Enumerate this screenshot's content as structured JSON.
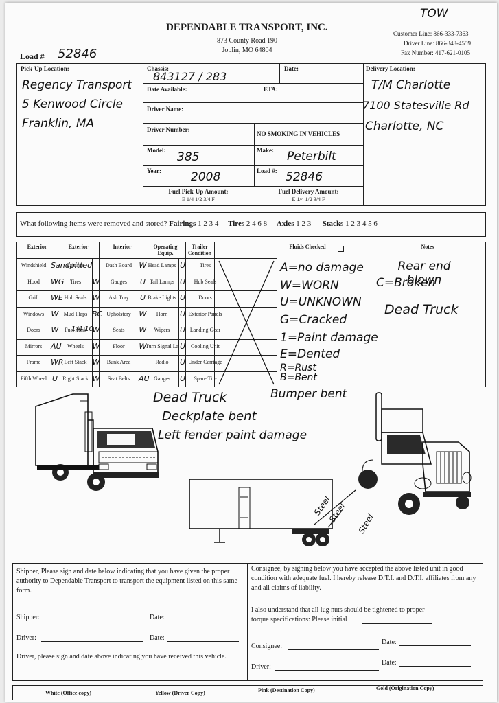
{
  "header": {
    "company": "DEPENDABLE TRANSPORT, INC.",
    "address1": "873 County Road 190",
    "address2": "Joplin, MO 64804",
    "customer_line": "Customer Line: 866-333-7363",
    "driver_line": "Driver Line: 866-348-4559",
    "fax": "Fax Number: 417-621-0105",
    "tow_mark": "TOW",
    "load_label": "Load #",
    "load_value": "52846"
  },
  "pickup": {
    "label": "Pick-Up Location:",
    "lines": [
      "Regency Transport",
      "5 Kenwood Circle",
      "Franklin, MA"
    ]
  },
  "center": {
    "chassis_label": "Chassis:",
    "chassis_value": "843127 / 283",
    "date_label": "Date:",
    "date_available_label": "Date Available:",
    "eta_label": "ETA:",
    "driver_name_label": "Driver Name:",
    "driver_number_label": "Driver Number:",
    "no_smoking": "NO SMOKING IN VEHICLES",
    "model_label": "Model:",
    "model_value": "385",
    "make_label": "Make:",
    "make_value": "Peterbilt",
    "year_label": "Year:",
    "year_value": "2008",
    "load2_label": "Load #:",
    "load2_value": "52846",
    "fuel_pickup_label": "Fuel Pick-Up Amount:",
    "fuel_delivery_label": "Fuel Delivery Amount:",
    "fuel_scale": "E   1/4   1/2   3/4   F"
  },
  "delivery": {
    "label": "Delivery Location:",
    "lines": [
      "T/M Charlotte",
      "7100 Statesville Rd",
      "Charlotte, NC"
    ]
  },
  "removed": {
    "question": "What following items were removed and stored?",
    "fairings_label": "Fairings",
    "fairings_opts": "1 2 3 4",
    "tires_label": "Tires",
    "tires_opts": "2 4 6 8",
    "axles_label": "Axles",
    "axles_opts": "1 2 3",
    "stacks_label": "Stacks",
    "stacks_opts": "1 2 3 4 5 6"
  },
  "inspection": {
    "headers": [
      "Exterior",
      "Exterior",
      "Interior",
      "Operating Equip.",
      "Trailer Condition",
      "Fluids Checked",
      "Notes"
    ],
    "rows": [
      {
        "c1": "Windshield",
        "m1": "Sandpitted",
        "c2": "Fairings",
        "m2": "",
        "c3": "Dash Board",
        "m3": "W",
        "c4": "Head Lamps",
        "m4": "U",
        "c5": "Tires"
      },
      {
        "c1": "Hood",
        "m1": "WG",
        "c2": "Tires",
        "m2": "W",
        "c3": "Gauges",
        "m3": "U",
        "c4": "Tail Lamps",
        "m4": "U",
        "c5": "Hub Seals"
      },
      {
        "c1": "Grill",
        "m1": "WE",
        "c2": "Hub Seals",
        "m2": "W",
        "c3": "Ash Tray",
        "m3": "U",
        "c4": "Brake Lights",
        "m4": "U",
        "c5": "Doors"
      },
      {
        "c1": "Windows",
        "m1": "W",
        "c2": "Mud Flaps",
        "m2": "BC",
        "c3": "Upholstery",
        "m3": "W",
        "c4": "Horn",
        "m4": "U",
        "c5": "Exterior Panels"
      },
      {
        "c1": "Doors",
        "m1": "W",
        "c2": "Fuel Tank",
        "m2": "W",
        "c3": "Seats",
        "m3": "W",
        "c4": "Wipers",
        "m4": "U",
        "c5": "Landing Gear"
      },
      {
        "c1": "Mirrors",
        "m1": "AU",
        "c2": "Wheels",
        "m2": "W",
        "c3": "Floor",
        "m3": "W",
        "c4": "Turn Signal Lamps",
        "m4": "U",
        "c5": "Cooling Unit"
      },
      {
        "c1": "Frame",
        "m1": "WR",
        "c2": "Left Stack",
        "m2": "W",
        "c3": "Bunk Area",
        "m3": "",
        "c4": "Radio",
        "m4": "U",
        "c5": "Under Carriage"
      },
      {
        "c1": "Fifth Wheel",
        "m1": "U",
        "c2": "Right Stack",
        "m2": "W",
        "c3": "Seat Belts",
        "m3": "AU",
        "c4": "Gauges",
        "m4": "U",
        "c5": "Spare Tire"
      }
    ],
    "fuel_note": "1/4  10",
    "legend": [
      "A=no damage",
      "W=WORN",
      "U=UNKNOWN",
      "G=Cracked",
      "1=Paint damage",
      "E=Dented",
      "R=Rust",
      "B=Bent"
    ],
    "legend_extra": "C=Broken",
    "notes": [
      "Rear end blown",
      "Dead Truck"
    ]
  },
  "diagram": {
    "notes": [
      "Dead Truck",
      "Deckplate bent",
      "Left fender paint damage"
    ],
    "bumper_note": "Bumper bent",
    "steel_marks": [
      "Steel",
      "Steel",
      "Steel"
    ]
  },
  "shipper": {
    "text": "Shipper, Please sign and date below indicating that you have given the proper authority to Dependable Transport to transport the equipment listed on this same form.",
    "shipper_label": "Shipper:",
    "date_label": "Date:",
    "driver_label": "Driver:",
    "driver_text": "Driver, please sign and date above indicating you have received this vehicle."
  },
  "consignee": {
    "text": "Consignee, by signing below you have accepted the above listed unit in good condition with adequate fuel. I hereby release D.T.I. and D.T.I. affiliates from any and all claims of liability.",
    "lug_text": "I also understand that all lug nuts should be tightened to proper torque specifications: Please initial",
    "consignee_label": "Consignee:",
    "date_label": "Date:",
    "driver_label": "Driver:"
  },
  "footer": {
    "copies": [
      "White (Office copy)",
      "Yellow (Driver Copy)",
      "Pink (Destination Copy)",
      "Gold (Origination Copy)"
    ]
  }
}
